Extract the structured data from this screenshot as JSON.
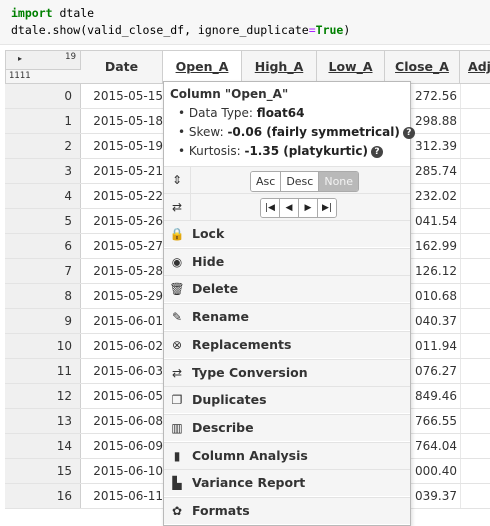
{
  "code": {
    "line1_kw": "import",
    "line1_rest": " dtale",
    "line2_a": "dtale.show(valid_close_df, ignore_duplicate",
    "line2_op": "=",
    "line2_val": "True",
    "line2_end": ")"
  },
  "grid": {
    "corner_arrow": "▸",
    "corner_count": "19",
    "corner_rows": "1111",
    "columns": [
      "Date",
      "Open_A",
      "High_A",
      "Low_A",
      "Close_A",
      "Adj"
    ],
    "rows": [
      {
        "idx": "0",
        "date": "2015-05-15",
        "close": "272.56"
      },
      {
        "idx": "1",
        "date": "2015-05-18",
        "close": "298.88"
      },
      {
        "idx": "2",
        "date": "2015-05-19",
        "close": "312.39"
      },
      {
        "idx": "3",
        "date": "2015-05-21",
        "close": "285.74"
      },
      {
        "idx": "4",
        "date": "2015-05-22",
        "close": "232.02"
      },
      {
        "idx": "5",
        "date": "2015-05-26",
        "close": "041.54"
      },
      {
        "idx": "6",
        "date": "2015-05-27",
        "close": "162.99"
      },
      {
        "idx": "7",
        "date": "2015-05-28",
        "close": "126.12"
      },
      {
        "idx": "8",
        "date": "2015-05-29",
        "close": "010.68"
      },
      {
        "idx": "9",
        "date": "2015-06-01",
        "close": "040.37"
      },
      {
        "idx": "10",
        "date": "2015-06-02",
        "close": "011.94"
      },
      {
        "idx": "11",
        "date": "2015-06-03",
        "close": "076.27"
      },
      {
        "idx": "12",
        "date": "2015-06-05",
        "close": "849.46"
      },
      {
        "idx": "13",
        "date": "2015-06-08",
        "close": "766.55"
      },
      {
        "idx": "14",
        "date": "2015-06-09",
        "close": "764.04"
      },
      {
        "idx": "15",
        "date": "2015-06-10",
        "close": "000.40"
      },
      {
        "idx": "16",
        "date": "2015-06-11",
        "close": "039.37"
      }
    ]
  },
  "menu": {
    "title": "Column \"Open_A\"",
    "dtype_label": "Data Type: ",
    "dtype_value": "float64",
    "skew_label": "Skew: ",
    "skew_value": "-0.06 (fairly symmetrical)",
    "kurt_label": "Kurtosis: ",
    "kurt_value": "-1.35 (platykurtic)",
    "sort_buttons": [
      "Asc",
      "Desc",
      "None"
    ],
    "items": [
      {
        "label": "Lock",
        "icon": "lock-icon",
        "glyph": "🔒"
      },
      {
        "label": "Hide",
        "icon": "eye-slash-icon",
        "glyph": "◉"
      },
      {
        "label": "Delete",
        "icon": "trash-icon",
        "glyph": "🗑"
      },
      {
        "label": "Rename",
        "icon": "pencil-icon",
        "glyph": "✎"
      },
      {
        "label": "Replacements",
        "icon": "replace-icon",
        "glyph": "⊗"
      },
      {
        "label": "Type Conversion",
        "icon": "exchange-icon",
        "glyph": "⇄"
      },
      {
        "label": "Duplicates",
        "icon": "clone-icon",
        "glyph": "❐"
      },
      {
        "label": "Describe",
        "icon": "barcode-icon",
        "glyph": "▥"
      },
      {
        "label": "Column Analysis",
        "icon": "bar-chart-icon",
        "glyph": "▮"
      },
      {
        "label": "Variance Report",
        "icon": "area-chart-icon",
        "glyph": "▙"
      },
      {
        "label": "Formats",
        "icon": "palette-icon",
        "glyph": "✿"
      }
    ]
  }
}
